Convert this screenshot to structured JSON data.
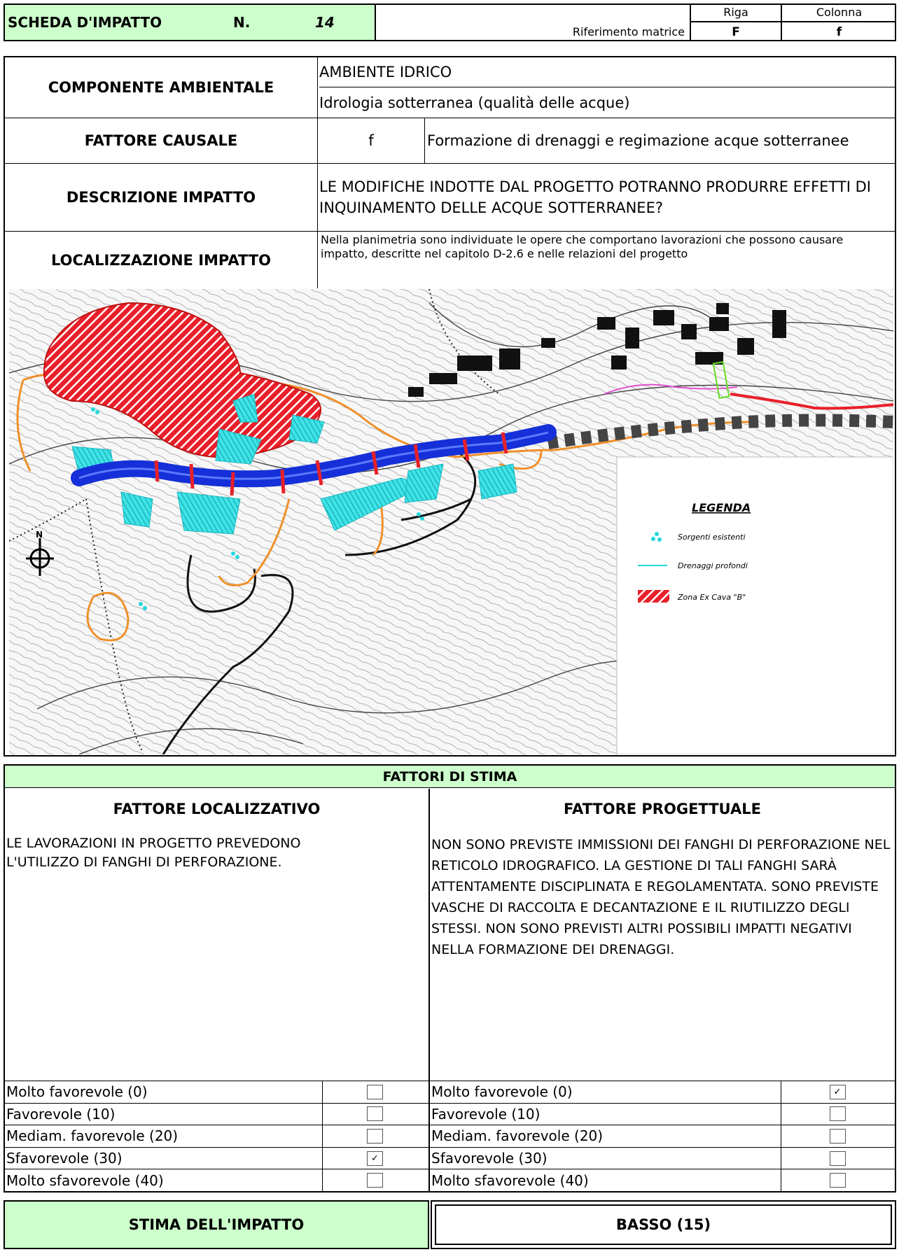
{
  "header": {
    "title": "SCHEDA D'IMPATTO",
    "n_label": "N.",
    "number": "14",
    "riferimento_label": "Riferimento matrice",
    "riga_label": "Riga",
    "colonna_label": "Colonna",
    "riga_value": "F",
    "colonna_value": "f"
  },
  "componente": {
    "label": "COMPONENTE AMBIENTALE",
    "value1": "AMBIENTE IDRICO",
    "value2": "Idrologia sotterranea (qualità delle acque)"
  },
  "fattore_causale": {
    "label": "FATTORE CAUSALE",
    "code": "f",
    "value": "Formazione di drenaggi e regimazione acque sotterranee"
  },
  "descrizione": {
    "label": "DESCRIZIONE IMPATTO",
    "value": "LE MODIFICHE INDOTTE DAL PROGETTO POTRANNO PRODURRE EFFETTI DI INQUINAMENTO DELLE ACQUE SOTTERRANEE?"
  },
  "localizzazione": {
    "label": "LOCALIZZAZIONE IMPATTO",
    "value": "Nella planimetria sono individuate le opere che comportano lavorazioni che possono causare impatto, descritte nel capitolo D-2.6 e nelle relazioni del progetto"
  },
  "map": {
    "north": "N",
    "legend_title": "LEGENDA",
    "legend_items": [
      "Sorgenti esistenti",
      "Drenaggi profondi",
      "Zona Ex Cava \"B\""
    ],
    "colors": {
      "cava": "#e8202a",
      "drenaggi": "#22d8dc",
      "strada": "#1530d8",
      "orange": "#f0902a"
    }
  },
  "fattori": {
    "title": "FATTORI DI STIMA",
    "localizzativo": {
      "title": "FATTORE LOCALIZZATIVO",
      "text": "LE LAVORAZIONI IN PROGETTO PREVEDONO L'UTILIZZO DI FANGHI DI PERFORAZIONE."
    },
    "progettuale": {
      "title": "FATTORE PROGETTUALE",
      "text": "NON SONO PREVISTE IMMISSIONI DEI FANGHI DI PERFORAZIONE NEL RETICOLO IDROGRAFICO. LA GESTIONE DI TALI FANGHI SARÀ ATTENTAMENTE DISCIPLINATA E REGOLAMENTATA. SONO PREVISTE VASCHE DI RACCOLTA E DECANTAZIONE E IL RIUTILIZZO DEGLI STESSI. NON SONO PREVISTI ALTRI POSSIBILI IMPATTI NEGATIVI NELLA FORMAZIONE DEI DRENAGGI."
    }
  },
  "options": [
    "Molto favorevole (0)",
    "Favorevole (10)",
    "Mediam. favorevole (20)",
    "Sfavorevole (30)",
    "Molto sfavorevole (40)"
  ],
  "check_mark": "✓",
  "checked_localizzativo": 3,
  "checked_progettuale": 0,
  "stima": {
    "label": "STIMA DELL'IMPATTO",
    "value": "BASSO (15)"
  }
}
